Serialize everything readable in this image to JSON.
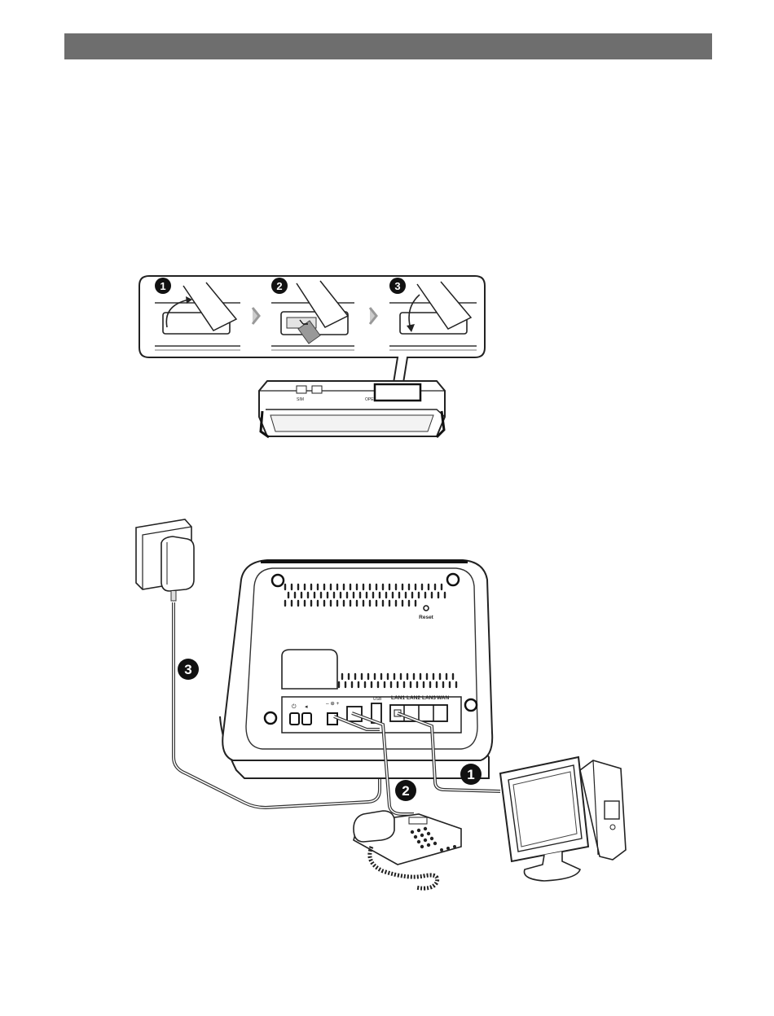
{
  "header": {
    "title": ""
  },
  "sim_steps": {
    "step1": "1",
    "step2": "2",
    "step3": "3",
    "slot_icons": {
      "left": "SIM",
      "right": "OPEN"
    }
  },
  "router_back": {
    "reset_label": "Reset",
    "ports": {
      "lan1": "LAN1",
      "lan2": "LAN2",
      "lan3": "LAN3",
      "wan": "WAN"
    },
    "power_symbols": "– ⊕ +",
    "usb_symbol": "USB"
  },
  "connections": {
    "computer": "1",
    "telephone": "2",
    "power": "3"
  }
}
